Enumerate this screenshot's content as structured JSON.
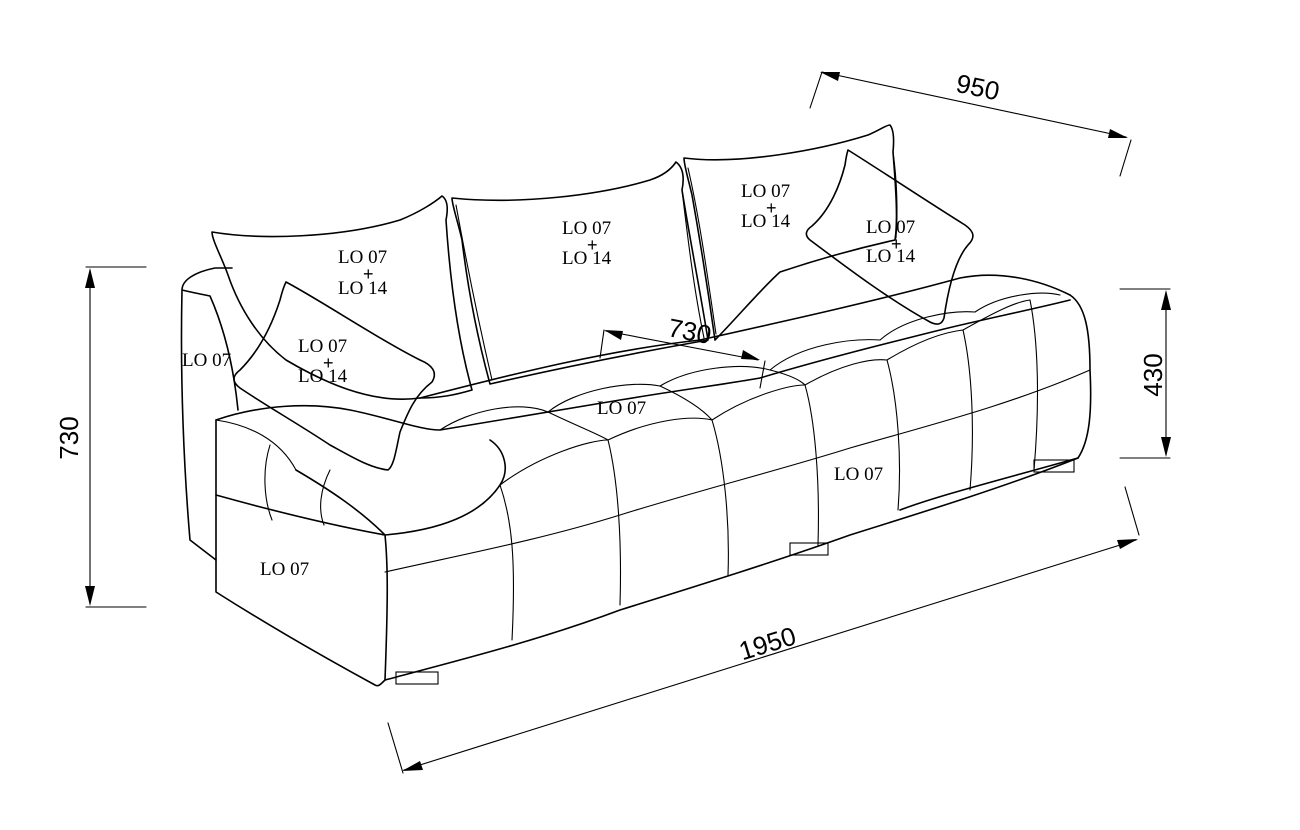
{
  "dimensions": {
    "width": "1950",
    "depth": "950",
    "height": "730",
    "seat_height": "430",
    "seat_depth": "730"
  },
  "labels": {
    "armrest": "LO 07",
    "seat_back": "LO 07",
    "front_side": "LO 07",
    "base_front": "LO 07",
    "pillow_line1": "LO 07",
    "pillow_plus": "+",
    "pillow_line2": "LO 14"
  },
  "colors": {
    "line": "#000000",
    "background": "#ffffff"
  }
}
